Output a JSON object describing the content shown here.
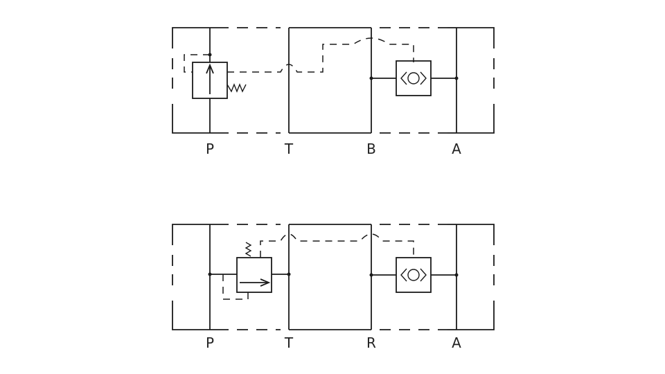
{
  "diagrams": [
    {
      "ports": [
        "P",
        "T",
        "B",
        "A"
      ]
    },
    {
      "ports": [
        "P",
        "T",
        "R",
        "A"
      ]
    }
  ]
}
